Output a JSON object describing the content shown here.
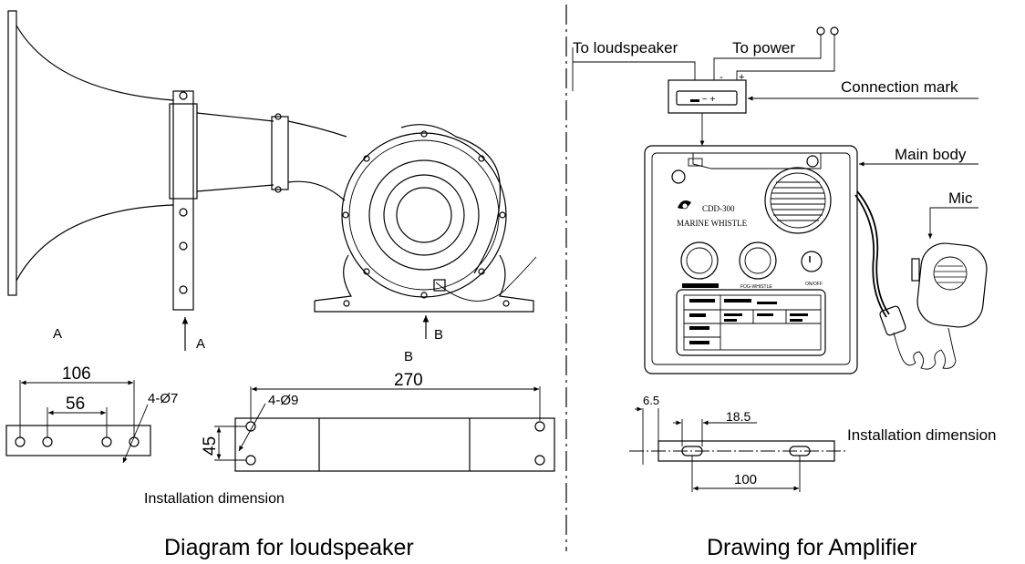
{
  "loudspeaker": {
    "view_label_a_left": "A",
    "view_label_a_arrow": "A",
    "view_label_b_arrow": "B",
    "view_label_b_below": "B",
    "dim_106": "106",
    "dim_56": "56",
    "dim_4_d7": "4-Ø7",
    "dim_270": "270",
    "dim_4_d9": "4-Ø9",
    "dim_45": "45",
    "install_label": "Installation dimension",
    "caption": "Diagram for loudspeaker"
  },
  "amplifier": {
    "to_loudspeaker": "To loudspeaker",
    "to_power": "To power",
    "minus_sign": "-",
    "plus_sign": "+",
    "terminal_text": "▬ − +",
    "connection_mark": "Connection mark",
    "main_body": "Main body",
    "mic": "Mic",
    "model": "CDD-300",
    "marine_whistle": "MARINE WHISTLE",
    "knob_caption": "FOG-WHISTLE",
    "onoff": "ON/OFF",
    "dim_6_5": "6.5",
    "dim_18_5": "18.5",
    "dim_100": "100",
    "install_label": "Installation dimension",
    "caption": "Drawing for Amplifier"
  }
}
